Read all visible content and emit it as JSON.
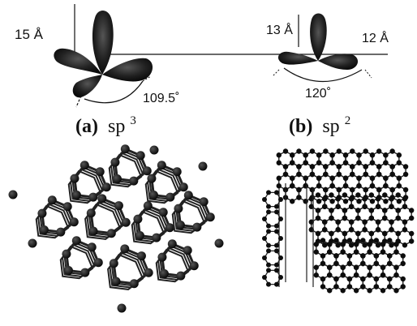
{
  "panel_a": {
    "id": "(a)",
    "hybrid": "sp",
    "sup": "3",
    "dim_label": "15 Å",
    "angle_label": "109.5˚"
  },
  "panel_b": {
    "id": "(b)",
    "hybrid": "sp",
    "sup": "2",
    "dim_label_left": "13 Å",
    "dim_label_right": "12 Å",
    "angle_label": "120˚"
  },
  "colors": {
    "ink": "#111111",
    "orbital_dark": "#1c1c1c",
    "orbital_mid": "#4a4a4a",
    "atom": "#0d0d0d",
    "bond": "#222222"
  },
  "icons": [
    "sp3-orbital-icon",
    "sp2-orbital-icon",
    "diamond-lattice",
    "graphite-lattice"
  ]
}
